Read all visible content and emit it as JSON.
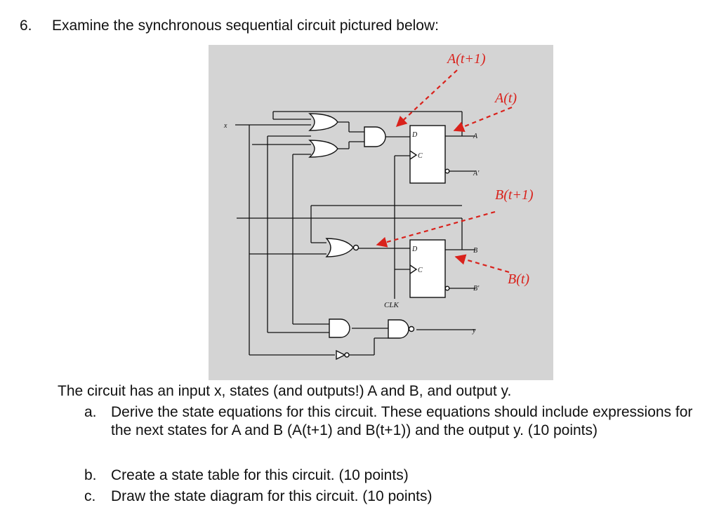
{
  "question": {
    "number": "6.",
    "heading": "Examine the synchronous sequential circuit pictured below:"
  },
  "figure": {
    "annotations": {
      "a_next": "A(t+1)",
      "a_now": "A(t)",
      "b_next": "B(t+1)",
      "b_now": "B(t)"
    },
    "pins": {
      "input_x": "x",
      "ff_a_d": "D",
      "ff_a_c": "C",
      "out_a": "A",
      "out_a_bar": "A'",
      "ff_b_d": "D",
      "ff_b_c": "C",
      "out_b": "B",
      "out_b_bar": "B'",
      "clk": "CLK",
      "out_y": "y"
    },
    "colors": {
      "background": "#d4d4d4",
      "wire": "#111111",
      "annotation_arrow": "#d9221c"
    }
  },
  "intro": "The circuit has an input x, states (and outputs!) A and B, and output y.",
  "items": [
    {
      "marker": "a.",
      "text": "Derive the state equations for this circuit. These equations should include expressions for the next states for A and B (A(t+1) and B(t+1)) and the output y. (10 points)"
    },
    {
      "marker": "b.",
      "text": "Create a state table for this circuit. (10 points)"
    },
    {
      "marker": "c.",
      "text": "Draw the state diagram for this circuit. (10 points)"
    }
  ]
}
